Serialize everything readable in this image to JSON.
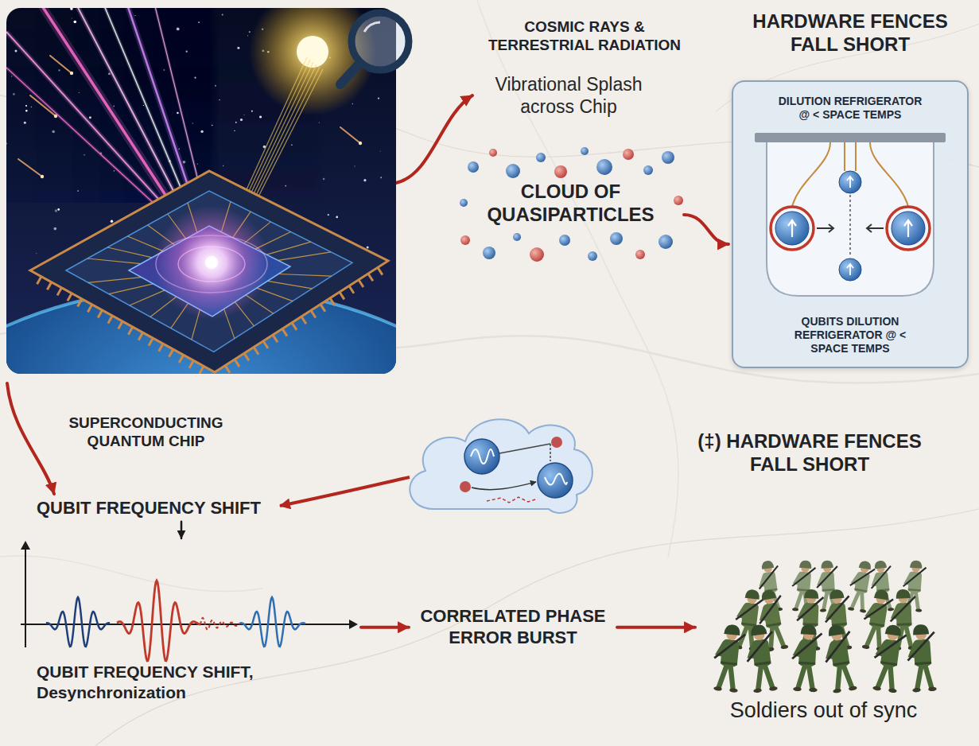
{
  "diagram": {
    "nodes": [
      {
        "text": [
          "SUPERCONDUCTING QUANTUM CHIP"
        ]
      },
      {
        "text": [
          "Vibrational Splash across Chip"
        ]
      },
      {
        "text": [
          "CLOUD OF QUASIPARTICLES"
        ]
      },
      {
        "text": [
          "HARDWARE FENCES FALL SHORT",
          "DILUTION REFRIGERATOR @ < SPACE TEMPS",
          "QUBITS DILUTION REFRIGERATOR @ < SPACE TEMPS"
        ]
      },
      {
        "text": [
          "QUBIT FREQUENCY SHIFT"
        ]
      },
      {
        "text": [
          "QUBIT FREQUENCY SHIFT, Desynchronization"
        ]
      },
      {
        "text": [
          "CORRELATED PHASE ERROR BURST"
        ]
      },
      {
        "text": [
          "Soldiers out of sync"
        ]
      }
    ],
    "edges": [
      {
        "from": 0,
        "to": 1,
        "arrow": "to"
      },
      {
        "from": 2,
        "to": 3,
        "arrow": "to"
      },
      {
        "from": 0,
        "to": 4,
        "arrow": "to"
      },
      {
        "from": 4,
        "to": 5,
        "arrow": "to"
      },
      {
        "from": 5,
        "to": 6,
        "arrow": "to"
      },
      {
        "from": 6,
        "to": 7,
        "arrow": "to"
      }
    ],
    "labels": [
      "COSMIC RAYS & TERRESTRIAL RADIATION",
      "(‡) HARDWARE FENCES FALL SHORT"
    ]
  }
}
